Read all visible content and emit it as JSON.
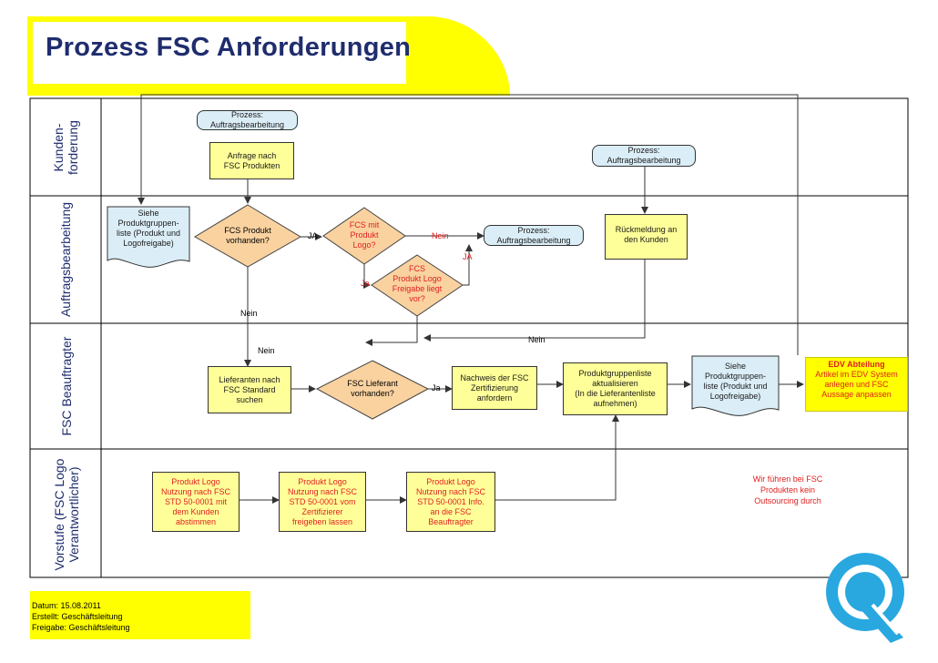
{
  "title": "Prozess FSC Anforderungen",
  "lanes": {
    "kundenanforderung": "Kunden-\nforderung",
    "auftragsbearbeitung": "Auftragsbearbeitung",
    "fsc_beauftragter": "FSC Beauftragter",
    "vorstufe": "Vorstufe (FSC Logo\nVerantwortlicher)"
  },
  "nodes": {
    "prozess_top": "Prozess:\nAuftragsbearbeitung",
    "anfrage": "Anfrage nach\nFSC Produkten",
    "prozess_right_top": "Prozess:\nAuftragsbearbeitung",
    "siehe_left": "Siehe\nProduktgruppen-\nliste (Produkt und\nLogofreigabe)",
    "fcs_produkt_vorhanden": "FCS Produkt\nvorhanden?",
    "fcs_mit_logo": "FCS mit\nProdukt\nLogo?",
    "prozess_mid": "Prozess:\nAuftragsbearbeitung",
    "rueckmeldung": "Rückmeldung an\nden Kunden",
    "fcs_logo_freigabe": "FCS\nProdukt Logo\nFreigabe liegt\nvor?",
    "lieferanten_suchen": "Lieferanten nach\nFSC Standard\nsuchen",
    "fsc_lieferant": "FSC Lieferant\nvorhanden?",
    "nachweis": "Nachweis der FSC\nZertifizierung\nanfordern",
    "produktgruppenliste": "Produktgruppenliste\naktualisieren\n(In die Lieferantenliste\naufnehmen)",
    "siehe_right": "Siehe\nProduktgruppen-\nliste (Produkt und\nLogofreigabe)",
    "logo_kunden": "Produkt Logo\nNutzung nach FSC\nSTD 50-0001 mit\ndem Kunden\nabstimmen",
    "logo_zertifizierer": "Produkt Logo\nNutzung nach FSC\nSTD 50-0001 vom\nZertifizierer\nfreigeben lassen",
    "logo_info": "Produkt Logo\nNutzung nach FSC\nSTD 50-0001 Info.\nan die FSC\nBeauftragter"
  },
  "edge_labels": {
    "ja_1": "JA",
    "nein_1": "Nein",
    "ja_2": "JA",
    "ja_3": "Ja",
    "nein_down": "Nein",
    "nein_mid": "Nein",
    "nein_long": "Nein",
    "ja_4": "Ja"
  },
  "edv": {
    "title": "EDV Abteilung",
    "text": "Artikel im EDV System\nanlegen und FSC\nAussage anpassen"
  },
  "note": "Wir führen bei FSC\nProdukten kein\nOutsourcing durch",
  "footer": {
    "datum": "Datum: 15.08.2011",
    "erstellt": "Erstellt: Geschäftsleitung",
    "freigabe": "Freigabe: Geschäftsleitung"
  },
  "colors": {
    "title": "#1f2d6e",
    "yellow_box": "#ffff99",
    "diamond": "#f9d2a0",
    "blue_box": "#dbeef8",
    "accent_red": "#e02020",
    "banner_yellow": "#ffff00"
  },
  "logo_icon": "q-logo-icon"
}
